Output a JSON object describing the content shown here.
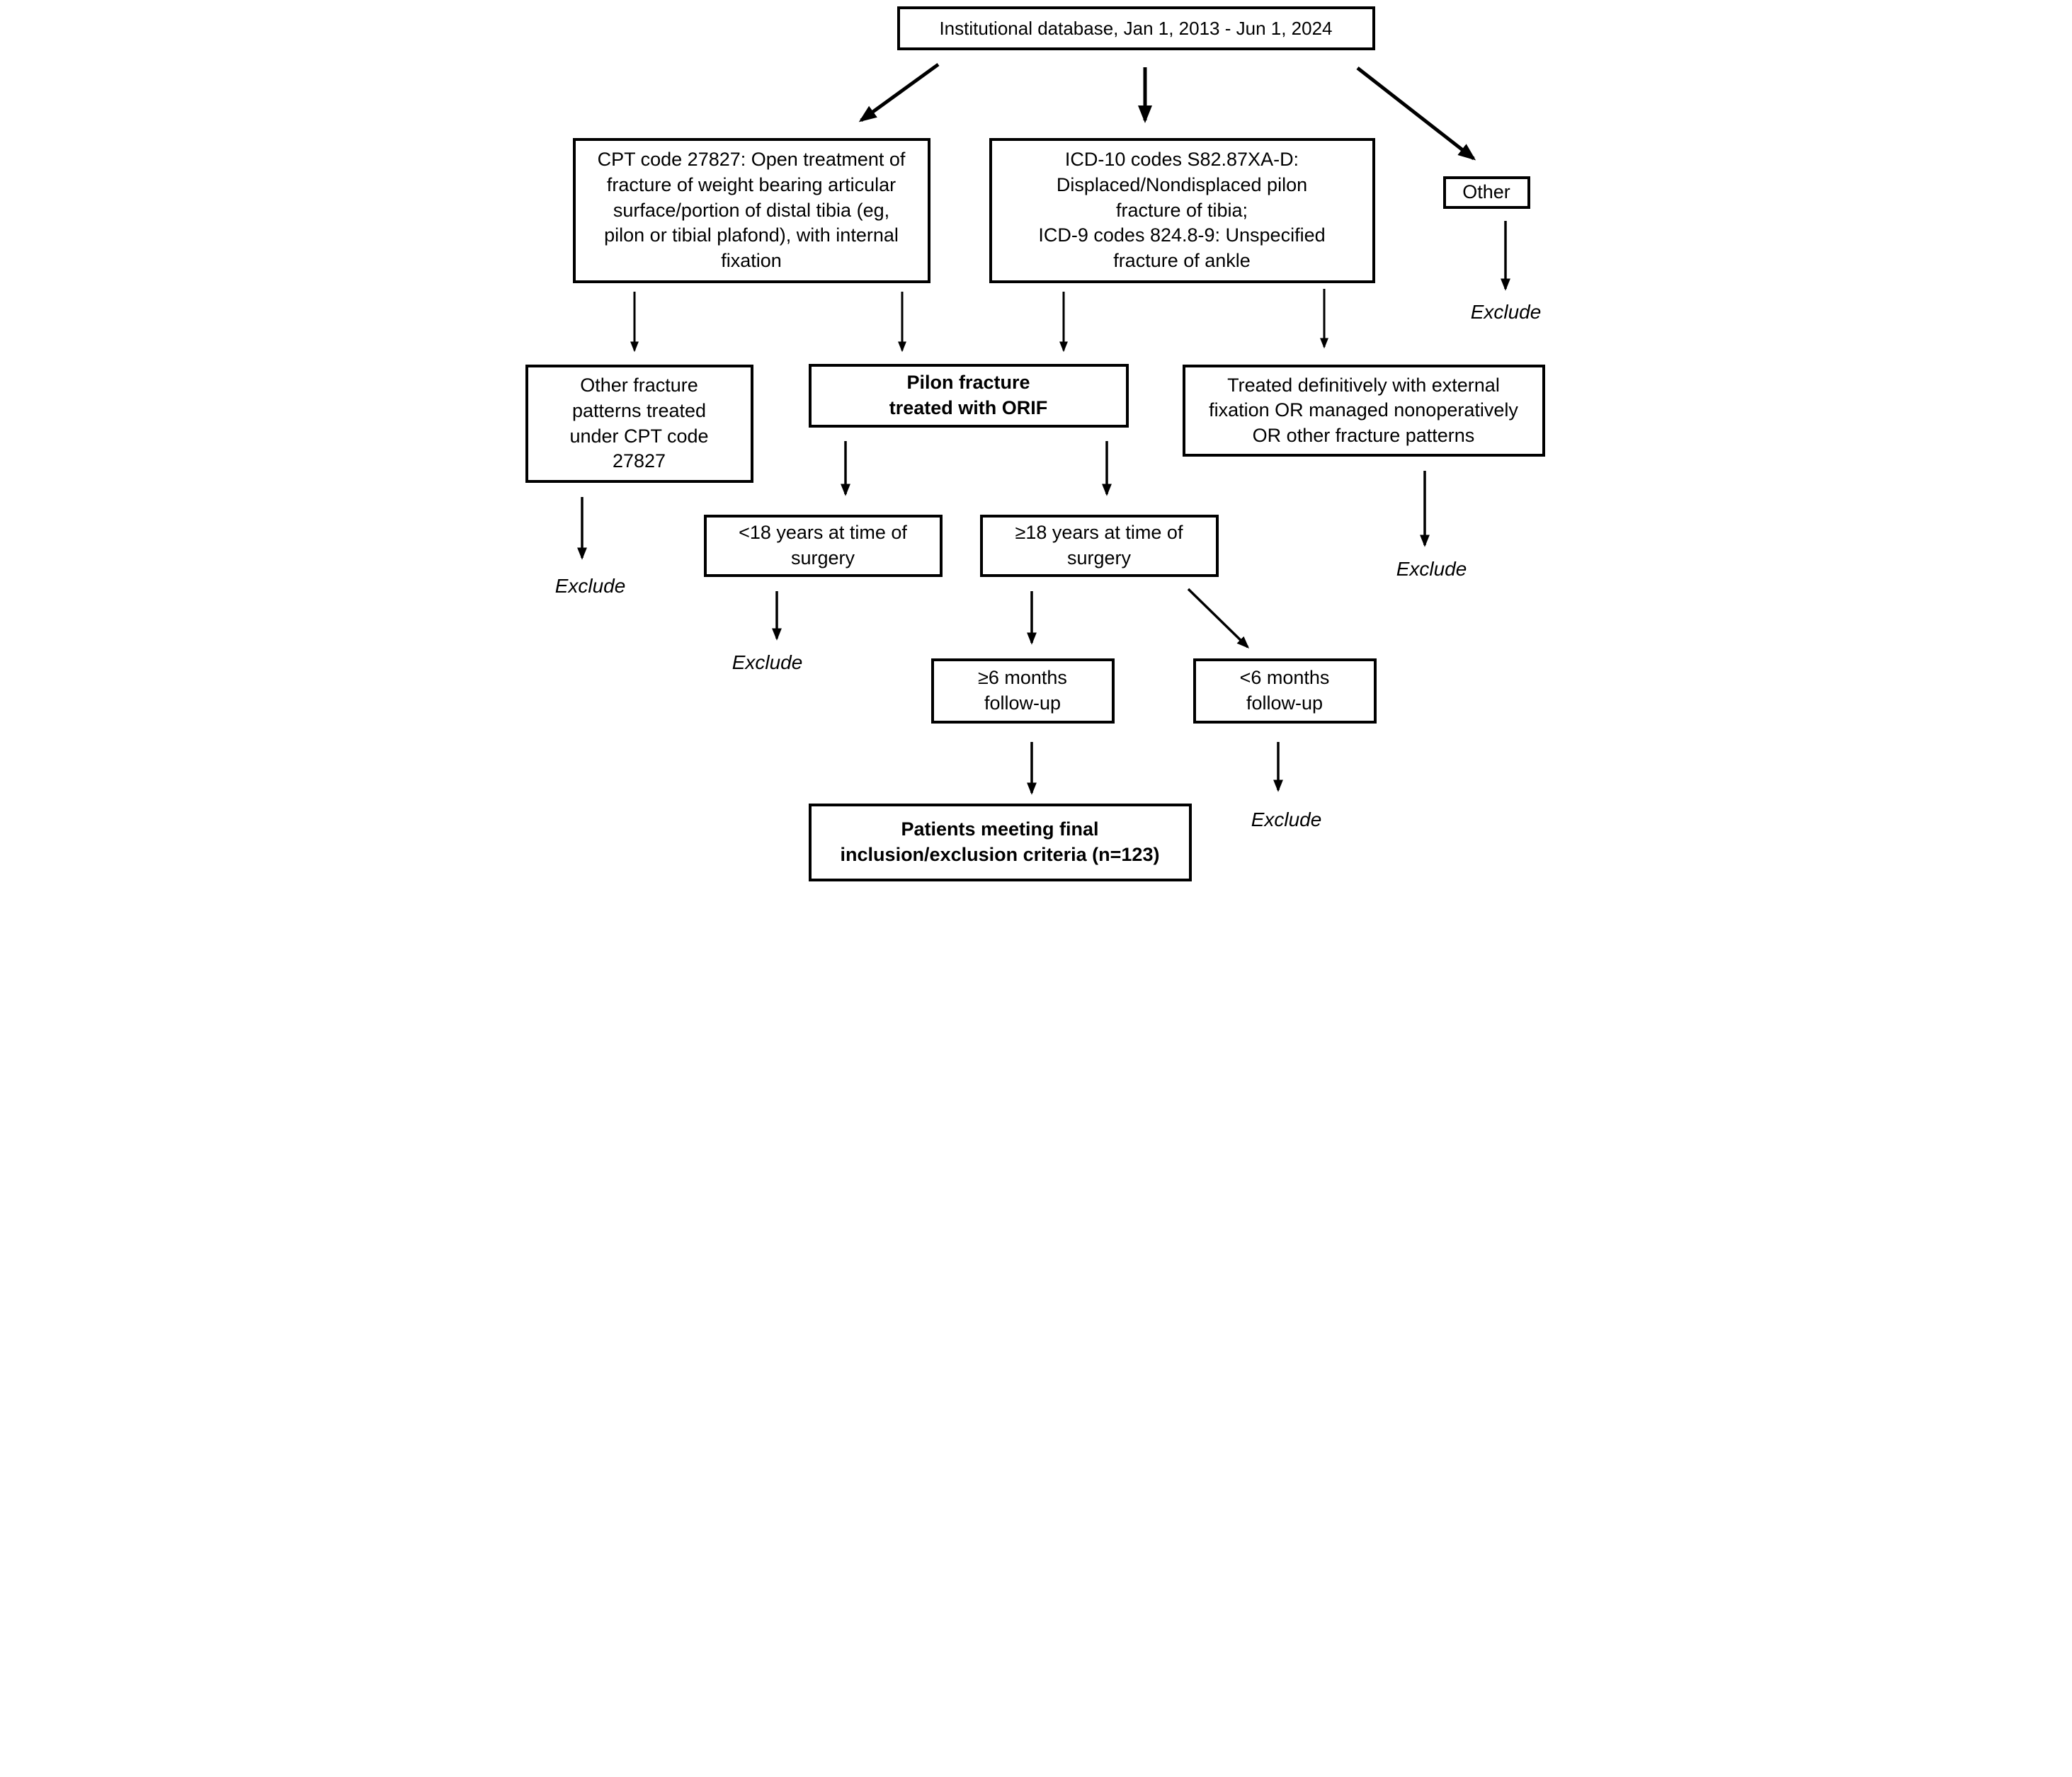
{
  "figure": {
    "type": "flowchart",
    "background_color": "#ffffff",
    "box_border_color": "#000000",
    "text_color": "#000000",
    "nodes": {
      "database": {
        "text": "Institutional database, Jan 1, 2013 - Jun 1, 2024"
      },
      "cpt": {
        "text": "CPT code 27827: Open treatment of\nfracture of weight bearing articular\nsurface/portion of distal tibia (eg,\npilon or tibial plafond), with internal\nfixation"
      },
      "icd": {
        "text": "ICD-10 codes S82.87XA-D:\nDisplaced/Nondisplaced pilon\nfracture of tibia;\nICD-9 codes 824.8-9: Unspecified\nfracture of ankle"
      },
      "other": {
        "text": "Other"
      },
      "other_fracture": {
        "text": "Other fracture\npatterns treated\nunder CPT code\n27827"
      },
      "pilon": {
        "text": "Pilon fracture\ntreated with ORIF"
      },
      "treated_ext": {
        "text": "Treated definitively with external\nfixation OR managed nonoperatively\nOR other fracture patterns"
      },
      "under18": {
        "text": "<18 years at time of\nsurgery"
      },
      "adult": {
        "text": "≥18 years at time of\nsurgery"
      },
      "fu_ge6": {
        "text": "≥6 months\nfollow-up"
      },
      "fu_lt6": {
        "text": "<6 months\nfollow-up"
      },
      "final": {
        "text": "Patients meeting final\ninclusion/exclusion criteria (n=123)"
      }
    },
    "exclude_labels": {
      "after_other": "Exclude",
      "after_other_fracture": "Exclude",
      "after_treated_ext": "Exclude",
      "after_under18": "Exclude",
      "after_fu_lt6": "Exclude"
    }
  }
}
